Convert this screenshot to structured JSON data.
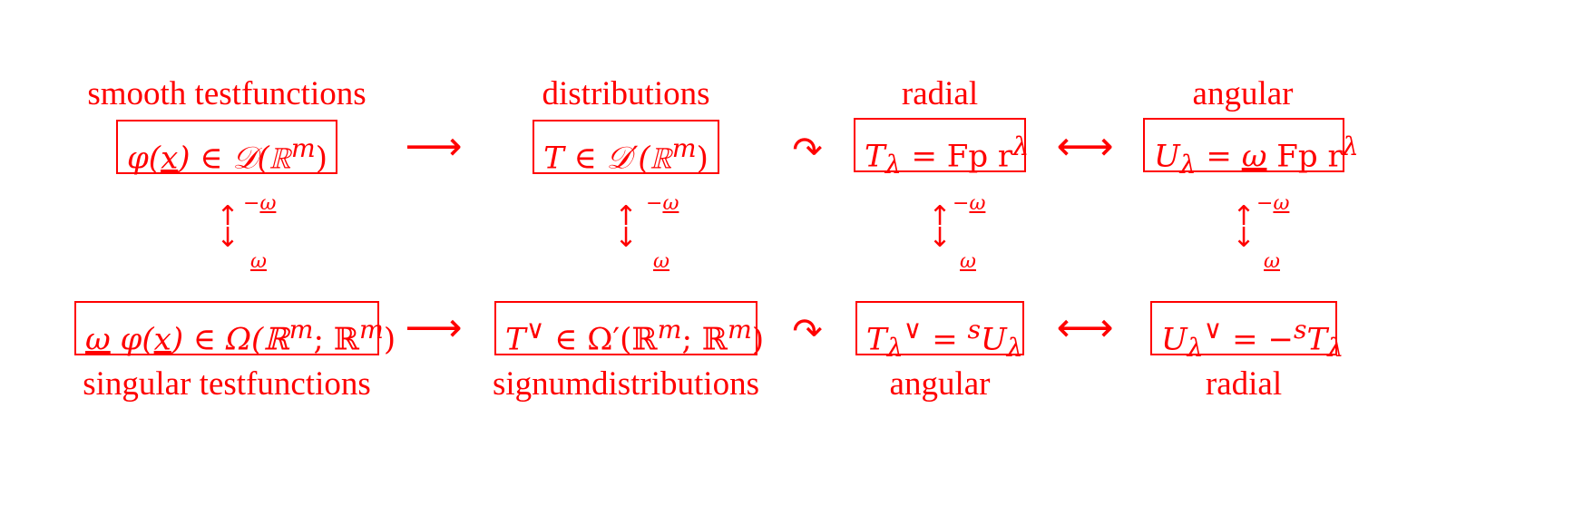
{
  "top_labels": [
    "smooth testfunctions",
    "distributions",
    "radial",
    "angular"
  ],
  "bottom_labels": [
    "singular testfunctions",
    "signumdistributions",
    "angular",
    "radial"
  ],
  "top_formulas": [
    {
      "pre": "φ(",
      "ul": "x",
      "post": ") ∈ 𝒟(ℝ",
      "sup": "m",
      "tail": ")"
    },
    {
      "pre": "T ∈ 𝒟′(ℝ",
      "sup": "m",
      "tail": ")"
    },
    {
      "pre": "T",
      "sub": "λ",
      "mid": " = Fp r",
      "sup": "λ"
    },
    {
      "pre": "U",
      "sub": "λ",
      "mid": " = ",
      "ul": "ω",
      "mid2": " Fp r",
      "sup": "λ"
    }
  ],
  "bottom_formulas": [
    {
      "ul": "ω",
      "pre": " φ(",
      "ul2": "x",
      "post": ") ∈ Ω(ℝ",
      "sup": "m",
      "mid": "; ℝ",
      "sup2": "m",
      "tail": ")"
    },
    {
      "pre": "T",
      "sup": "∨",
      "post": " ∈ Ω′(ℝ",
      "sup2": "m",
      "mid": "; ℝ",
      "sup3": "m",
      "tail": ")"
    },
    {
      "pre": "T",
      "sub": "λ",
      "sup": "∨",
      "mid": " = ",
      "sup2": "s",
      "post": "U",
      "sub2": "λ"
    },
    {
      "pre": "U",
      "sub": "λ",
      "sup": "∨",
      "mid": " = −",
      "sup2": "s",
      "post": "T",
      "sub2": "λ"
    }
  ],
  "horizontal_arrows": [
    "⟶",
    "↷",
    "⟷"
  ],
  "vertical_arrows": {
    "up": "↑",
    "down": "↓",
    "up_label_prefix": "−",
    "up_label": "ω",
    "down_label": "ω"
  },
  "colors": {
    "ink": "#ff0000",
    "background": "#ffffff"
  }
}
